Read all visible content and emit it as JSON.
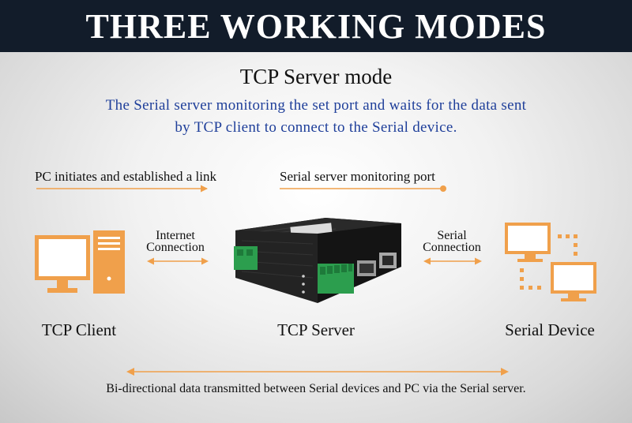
{
  "banner": {
    "title": "THREE WORKING MODES"
  },
  "mode": {
    "title": "TCP Server mode",
    "description_line1": "The Serial server monitoring the set port and waits for the data sent",
    "description_line2": "by TCP client to connect to the Serial device."
  },
  "flow": {
    "pc_link_label": "PC initiates and established a link",
    "monitor_label": "Serial server monitoring port",
    "internet_line1": "Internet",
    "internet_line2": "Connection",
    "serial_line1": "Serial",
    "serial_line2": "Connection"
  },
  "devices": {
    "client": "TCP Client",
    "server": "TCP Server",
    "serial": "Serial Device"
  },
  "footer": {
    "text": "Bi-directional data transmitted between Serial devices and PC via the Serial server."
  },
  "colors": {
    "accent": "#f0a04b",
    "banner_bg": "#121c2a",
    "description": "#1f3f9a"
  }
}
